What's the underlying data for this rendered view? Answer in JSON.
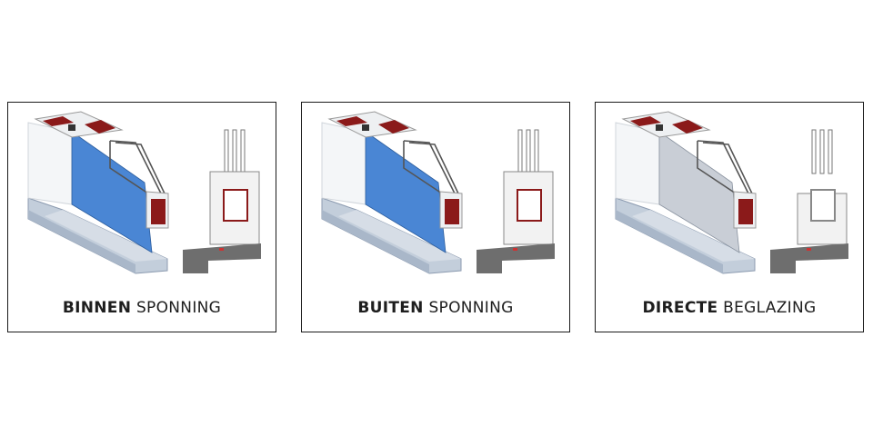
{
  "panels": [
    {
      "bold": "BINNEN",
      "light": "SPONNING",
      "infill_color": "#4a86d4"
    },
    {
      "bold": "BUITEN",
      "light": "SPONNING",
      "infill_color": "#4a86d4"
    },
    {
      "bold": "DIRECTE",
      "light": "BEGLAZING",
      "infill_color": "#c9ced6"
    }
  ],
  "colors": {
    "reinforcement": "#8b1a1a",
    "sill": "#b9c6d6",
    "profile_section": "#6e6e6e"
  }
}
